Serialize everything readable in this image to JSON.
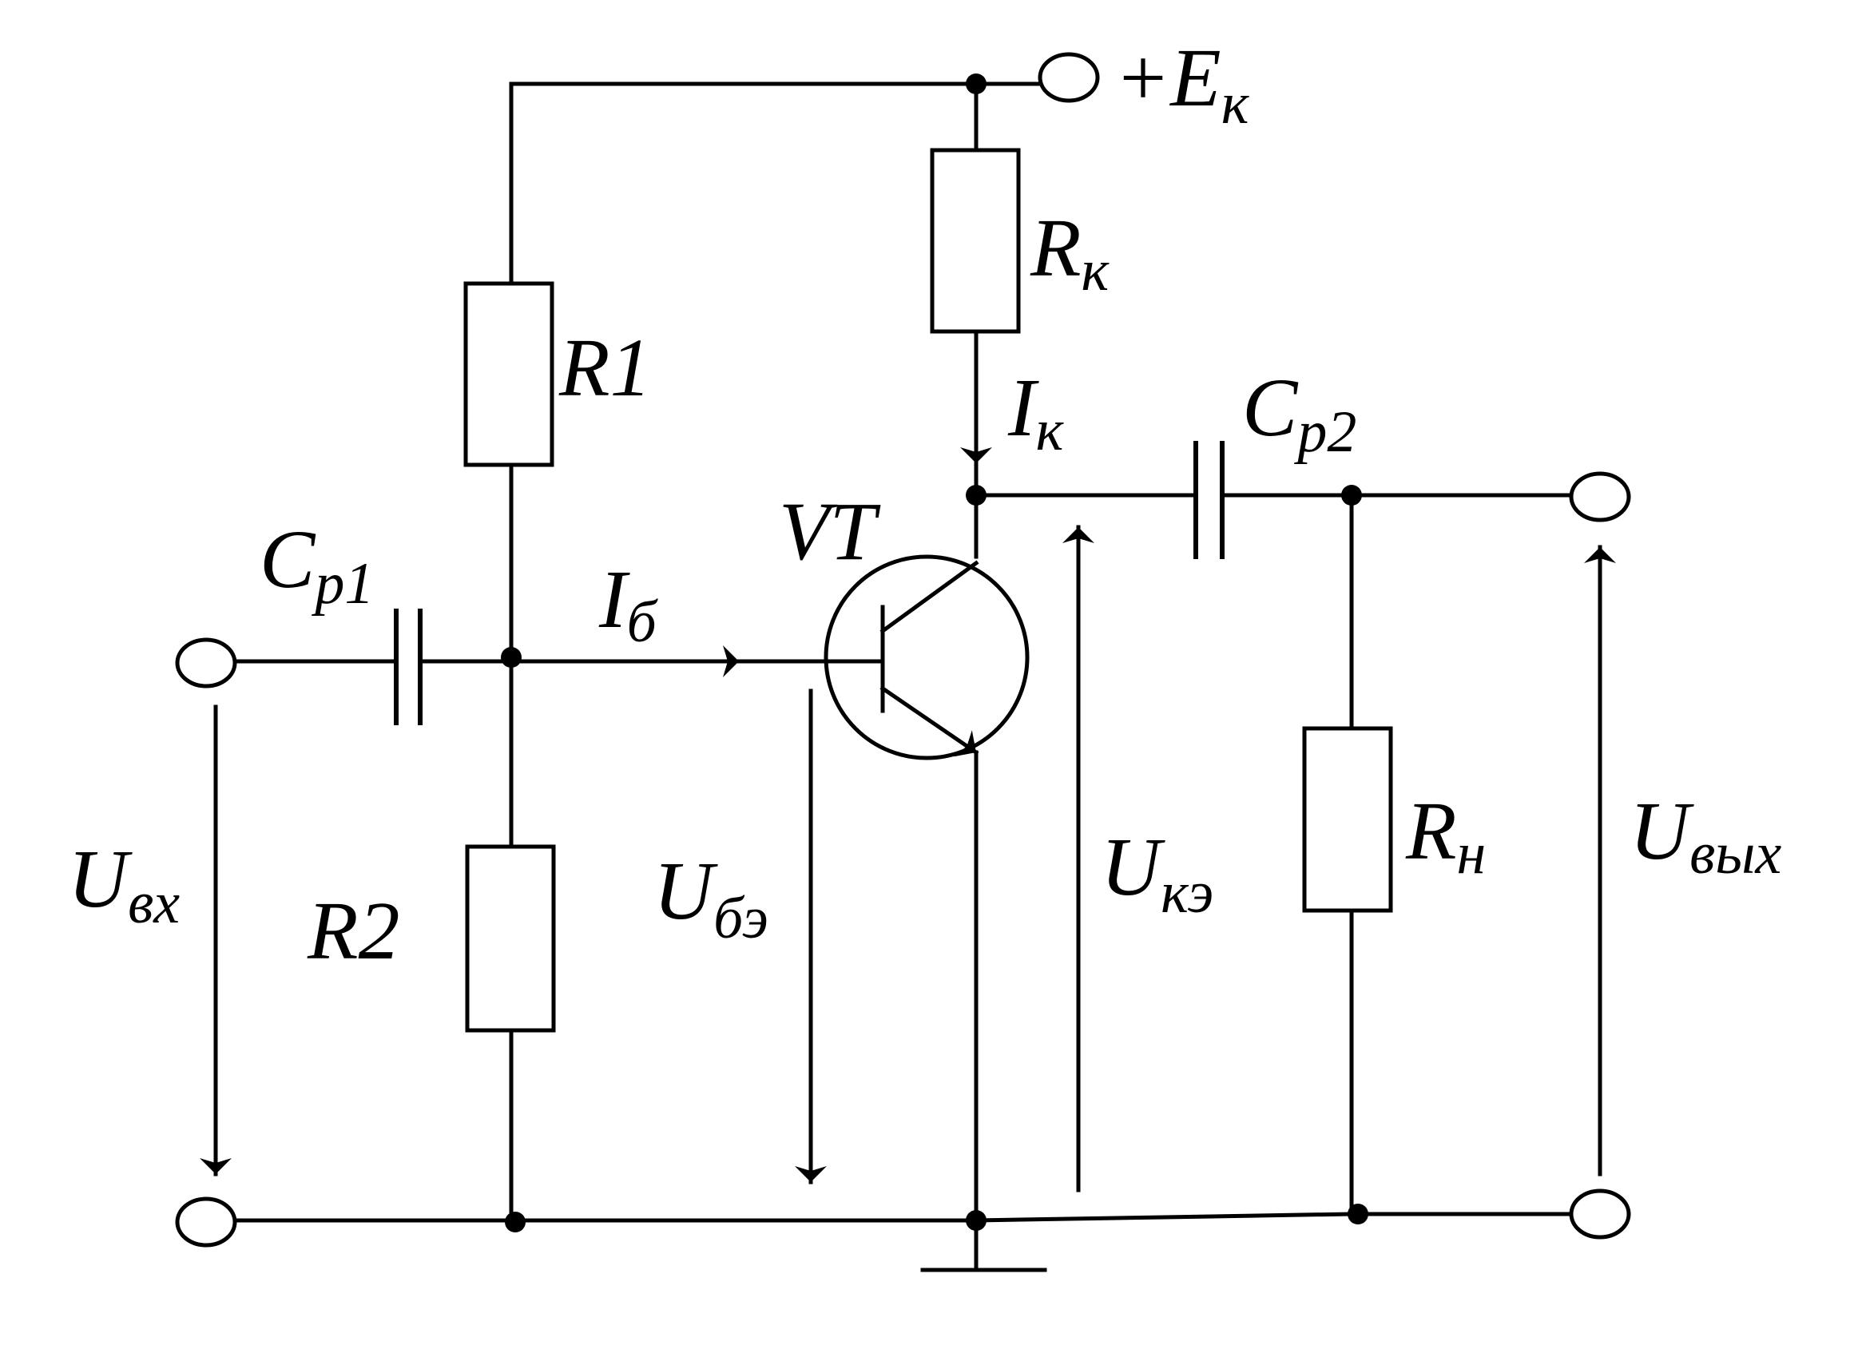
{
  "labels": {
    "supply": {
      "main": "+E",
      "sub": "к"
    },
    "r_collector": {
      "main": "R",
      "sub": "к"
    },
    "r1": {
      "main": "R1"
    },
    "r2": {
      "main": "R2"
    },
    "i_collector": {
      "main": "I",
      "sub": "к"
    },
    "cap_out": {
      "main": "C",
      "sub": "p2"
    },
    "cap_in": {
      "main": "C",
      "sub": "p1"
    },
    "transistor": {
      "main": "VT"
    },
    "i_base": {
      "main": "I",
      "sub": "б"
    },
    "u_in": {
      "main": "U",
      "sub": "вх"
    },
    "u_be": {
      "main": "U",
      "sub": "бэ"
    },
    "u_ce": {
      "main": "U",
      "sub": "кэ"
    },
    "r_load": {
      "main": "R",
      "sub": "н"
    },
    "u_out": {
      "main": "U",
      "sub": "вых"
    }
  }
}
